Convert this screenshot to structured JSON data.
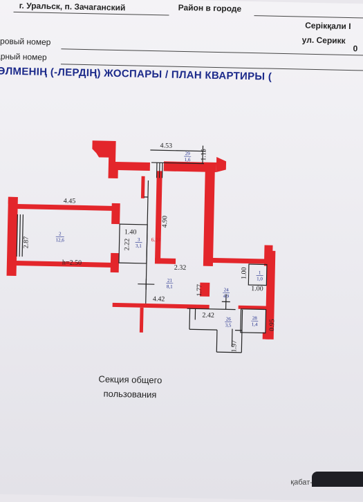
{
  "header": {
    "address": "г. Уральск, п. Зачаганский",
    "district_label": "Район в городе",
    "owner_top": "Серікқали I",
    "street": "ул. Серикк",
    "cadastral_label": "тровый номер",
    "cadastral_value": "0",
    "inventory_label": "арный номер"
  },
  "title": "ӨЛМЕНІҢ (-ЛЕРДІҢ) ЖОСПАРЫ / ПЛАН КВАРТИРЫ (",
  "plan": {
    "dims": {
      "d453": "4.53",
      "d115": "1.15",
      "d445": "4.45",
      "d287": "2.87",
      "d140": "1.40",
      "d222": "2.22",
      "d490": "4.90",
      "d232": "2.32",
      "d442": "4.42",
      "d177": "1.77",
      "d100a": "1.00",
      "d100b": "1.00",
      "d242": "2.42",
      "d197": "1.97",
      "d095": "0.95",
      "height": "h=2.50",
      "red_mark": "6.24"
    },
    "rooms": [
      {
        "num": "2",
        "area": "12,6"
      },
      {
        "num": "3",
        "area": "3,1"
      },
      {
        "num": "29",
        "area": "1,6"
      },
      {
        "num": "21",
        "area": "8,1"
      },
      {
        "num": "24",
        "area": "4,9"
      },
      {
        "num": "1",
        "area": "1,0"
      },
      {
        "num": "26",
        "area": "3,5"
      },
      {
        "num": "28",
        "area": "1,4"
      }
    ]
  },
  "caption_line1": "Секция общего",
  "caption_line2": "пользования",
  "footer_fragment": "қабат-ғы",
  "colors": {
    "wall": "#e3262b",
    "title": "#1c2a8a",
    "line": "#222222"
  }
}
